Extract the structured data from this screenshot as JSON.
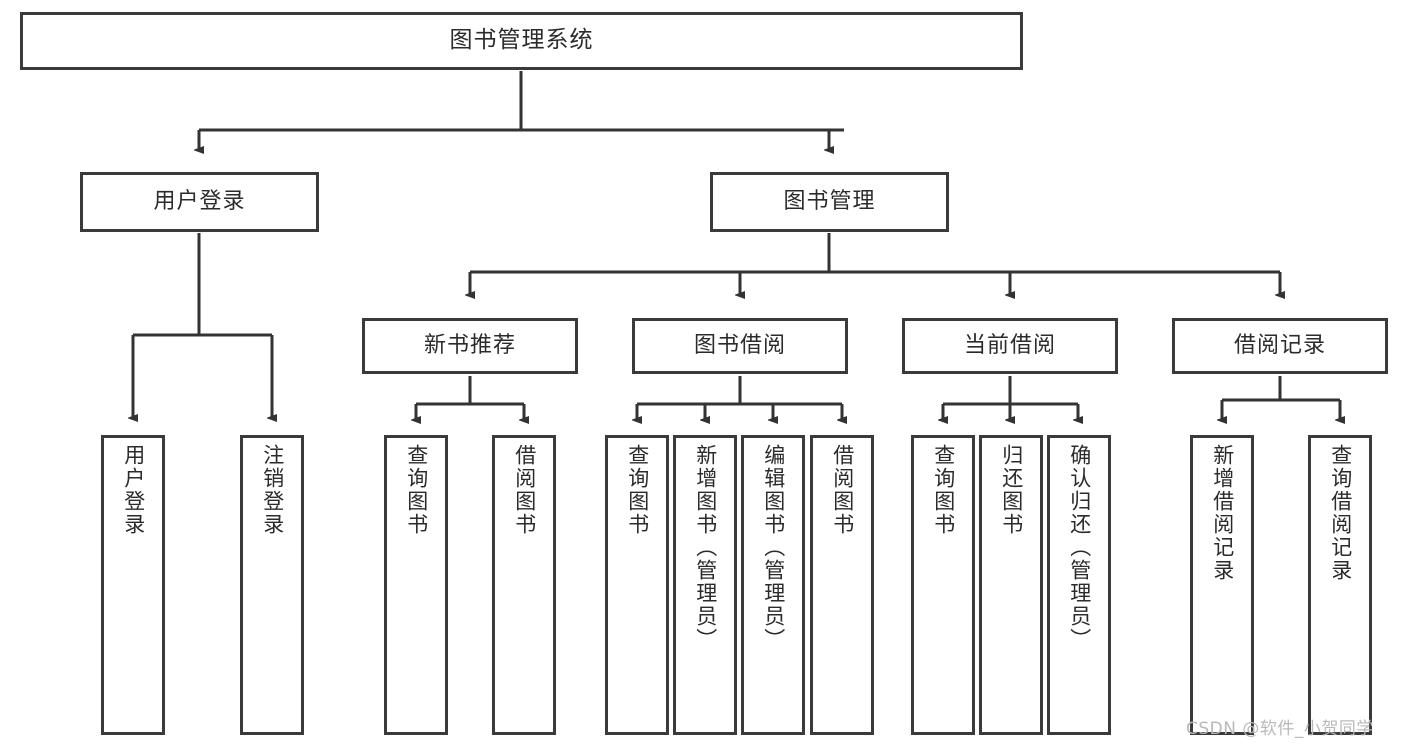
{
  "diagram": {
    "type": "tree",
    "title": "图书管理系统",
    "root": {
      "id": "root",
      "label": "图书管理系统"
    },
    "tier2": [
      {
        "id": "user-login",
        "label": "用户登录"
      },
      {
        "id": "book-manage",
        "label": "图书管理"
      }
    ],
    "tier3": [
      {
        "id": "new-book-rec",
        "label": "新书推荐"
      },
      {
        "id": "book-borrow",
        "label": "图书借阅"
      },
      {
        "id": "current-borrow",
        "label": "当前借阅"
      },
      {
        "id": "borrow-record",
        "label": "借阅记录"
      }
    ],
    "leaves": [
      {
        "id": "leaf-user-login",
        "label": "用户登录",
        "parent": "user-login"
      },
      {
        "id": "leaf-logout",
        "label": "注销登录",
        "parent": "user-login"
      },
      {
        "id": "leaf-query-book-1",
        "label": "查询图书",
        "parent": "new-book-rec"
      },
      {
        "id": "leaf-borrow-book-1",
        "label": "借阅图书",
        "parent": "new-book-rec"
      },
      {
        "id": "leaf-query-book-2",
        "label": "查询图书",
        "parent": "book-borrow"
      },
      {
        "id": "leaf-add-book",
        "label": "新增图书（管理员）",
        "parent": "book-borrow"
      },
      {
        "id": "leaf-edit-book",
        "label": "编辑图书（管理员）",
        "parent": "book-borrow"
      },
      {
        "id": "leaf-borrow-book-2",
        "label": "借阅图书",
        "parent": "book-borrow"
      },
      {
        "id": "leaf-query-book-3",
        "label": "查询图书",
        "parent": "current-borrow"
      },
      {
        "id": "leaf-return-book",
        "label": "归还图书",
        "parent": "current-borrow"
      },
      {
        "id": "leaf-confirm-return",
        "label": "确认归还（管理员）",
        "parent": "current-borrow"
      },
      {
        "id": "leaf-add-record",
        "label": "新增借阅记录",
        "parent": "borrow-record"
      },
      {
        "id": "leaf-query-record",
        "label": "查询借阅记录",
        "parent": "borrow-record"
      }
    ],
    "colors": {
      "box_border": "#3a3a3a",
      "box_fill": "#ffffff",
      "connector": "#333333",
      "text": "#2b2b2b",
      "background": "#ffffff",
      "watermark": "#b9b9b9"
    }
  },
  "watermark": {
    "text": "CSDN @软件_小贺同学"
  }
}
